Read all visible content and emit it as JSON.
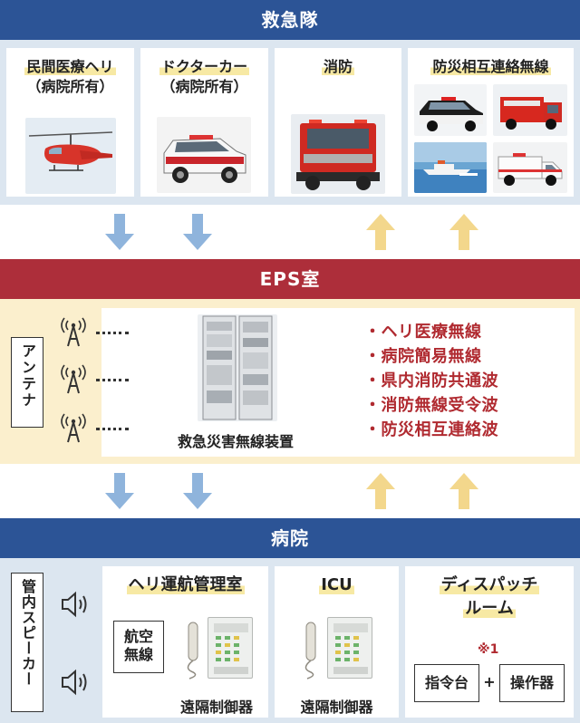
{
  "sections": {
    "ambulance": "救急隊",
    "eps": "EPS室",
    "hospital": "病院"
  },
  "ambulance_cards": {
    "heli": {
      "line1": "民間医療ヘリ",
      "line2": "（病院所有）"
    },
    "doctor_car": {
      "line1": "ドクターカー",
      "line2": "（病院所有）"
    },
    "fire": {
      "line1": "消防"
    },
    "bousai": {
      "line1": "防災相互連絡無線"
    }
  },
  "eps": {
    "antenna_label": "アンテナ",
    "device_caption": "救急災害無線装置",
    "channels": [
      "・ヘリ医療無線",
      "・病院簡易無線",
      "・県内消防共通波",
      "・消防無線受令波",
      "・防災相互連絡波"
    ]
  },
  "hospital": {
    "speaker_label": "管内スピーカー",
    "heli_room": {
      "title": "ヘリ運航管理室",
      "radio_line1": "航空",
      "radio_line2": "無線",
      "caption": "遠隔制御器"
    },
    "icu": {
      "title": "ICU",
      "caption": "遠隔制御器"
    },
    "dispatch": {
      "title_line1": "ディスパッチ",
      "title_line2": "ルーム",
      "note": "※1",
      "box1": "指令台",
      "plus": "+",
      "box2": "操作器"
    }
  },
  "colors": {
    "band_blue": "#2c5496",
    "band_red": "#ad2e3a",
    "panel_blue": "#dce6f0",
    "panel_cream": "#fbefcd",
    "arrow_down": "#8fb4dc",
    "arrow_up": "#f3d78c",
    "channel_text": "#b02a30"
  },
  "icons": [
    "antenna-icon",
    "speaker-icon",
    "handset-icon",
    "arrow-down-icon",
    "arrow-up-icon"
  ]
}
